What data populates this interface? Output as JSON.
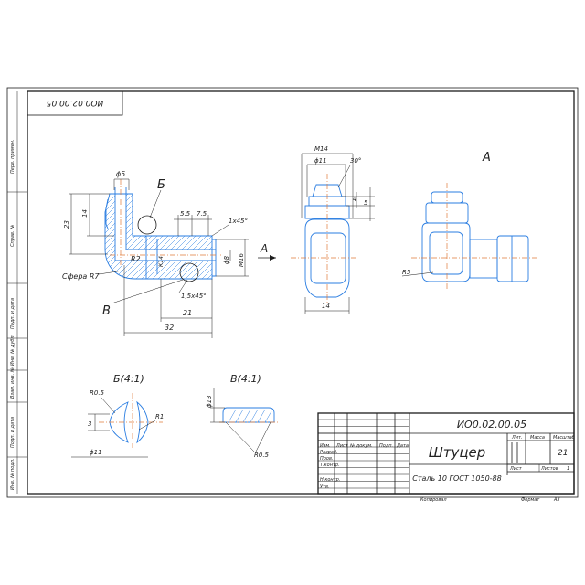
{
  "sheet": {
    "top_code": "ИО0.02.00.05",
    "side_labels": [
      "Перв. примен.",
      "Справ. №",
      "Подп. и дата",
      "Инв. № дубл.",
      "Взам. инв. №",
      "Подп. и дата",
      "Инв. № подл."
    ]
  },
  "views": {
    "section_label_b": "Б",
    "section_label_v": "В",
    "view_label_a": "А",
    "arrow_label_a": "А",
    "detail_b_title": "Б(4:1)",
    "detail_v_title": "В(4:1)"
  },
  "dimensions": {
    "d5": "ϕ5",
    "v14": "14",
    "v23": "23",
    "d55": "5.5",
    "d75": "7.5",
    "chamfer1": "1х45°",
    "d8": "ϕ8",
    "m16": "M16",
    "k14": "К14",
    "r2": "R2",
    "sphere": "Сфера R7",
    "chamfer15": "1,5х45°",
    "h21": "21",
    "h32": "32",
    "m14": "M14",
    "d11": "ϕ11",
    "ang30": "30°",
    "v4": "4",
    "v5": "5",
    "w14": "14",
    "r5": "R5",
    "r05a": "R0.5",
    "r1": "R1",
    "v3": "3",
    "d11b": "ϕ11",
    "d13": "ϕ13",
    "r05b": "R0.5"
  },
  "title_block": {
    "code": "ИО0.02.00.05",
    "name": "Штуцер",
    "material": "Сталь 10 ГОСТ 1050-88",
    "mass": "21",
    "col_lit": "Лит.",
    "col_mass": "Масса",
    "col_scale": "Масштаб",
    "sheet_label": "Лист",
    "sheets_label": "Листов",
    "sheets_value": "1",
    "row_labels": [
      "Изм.",
      "Лист",
      "№ докум.",
      "Подп.",
      "Дата"
    ],
    "signers": [
      "Разраб.",
      "Пров.",
      "Т.контр.",
      "",
      "Н.контр.",
      "Утв."
    ],
    "copied": "Копировал",
    "format": "Формат",
    "format_value": "А3"
  }
}
